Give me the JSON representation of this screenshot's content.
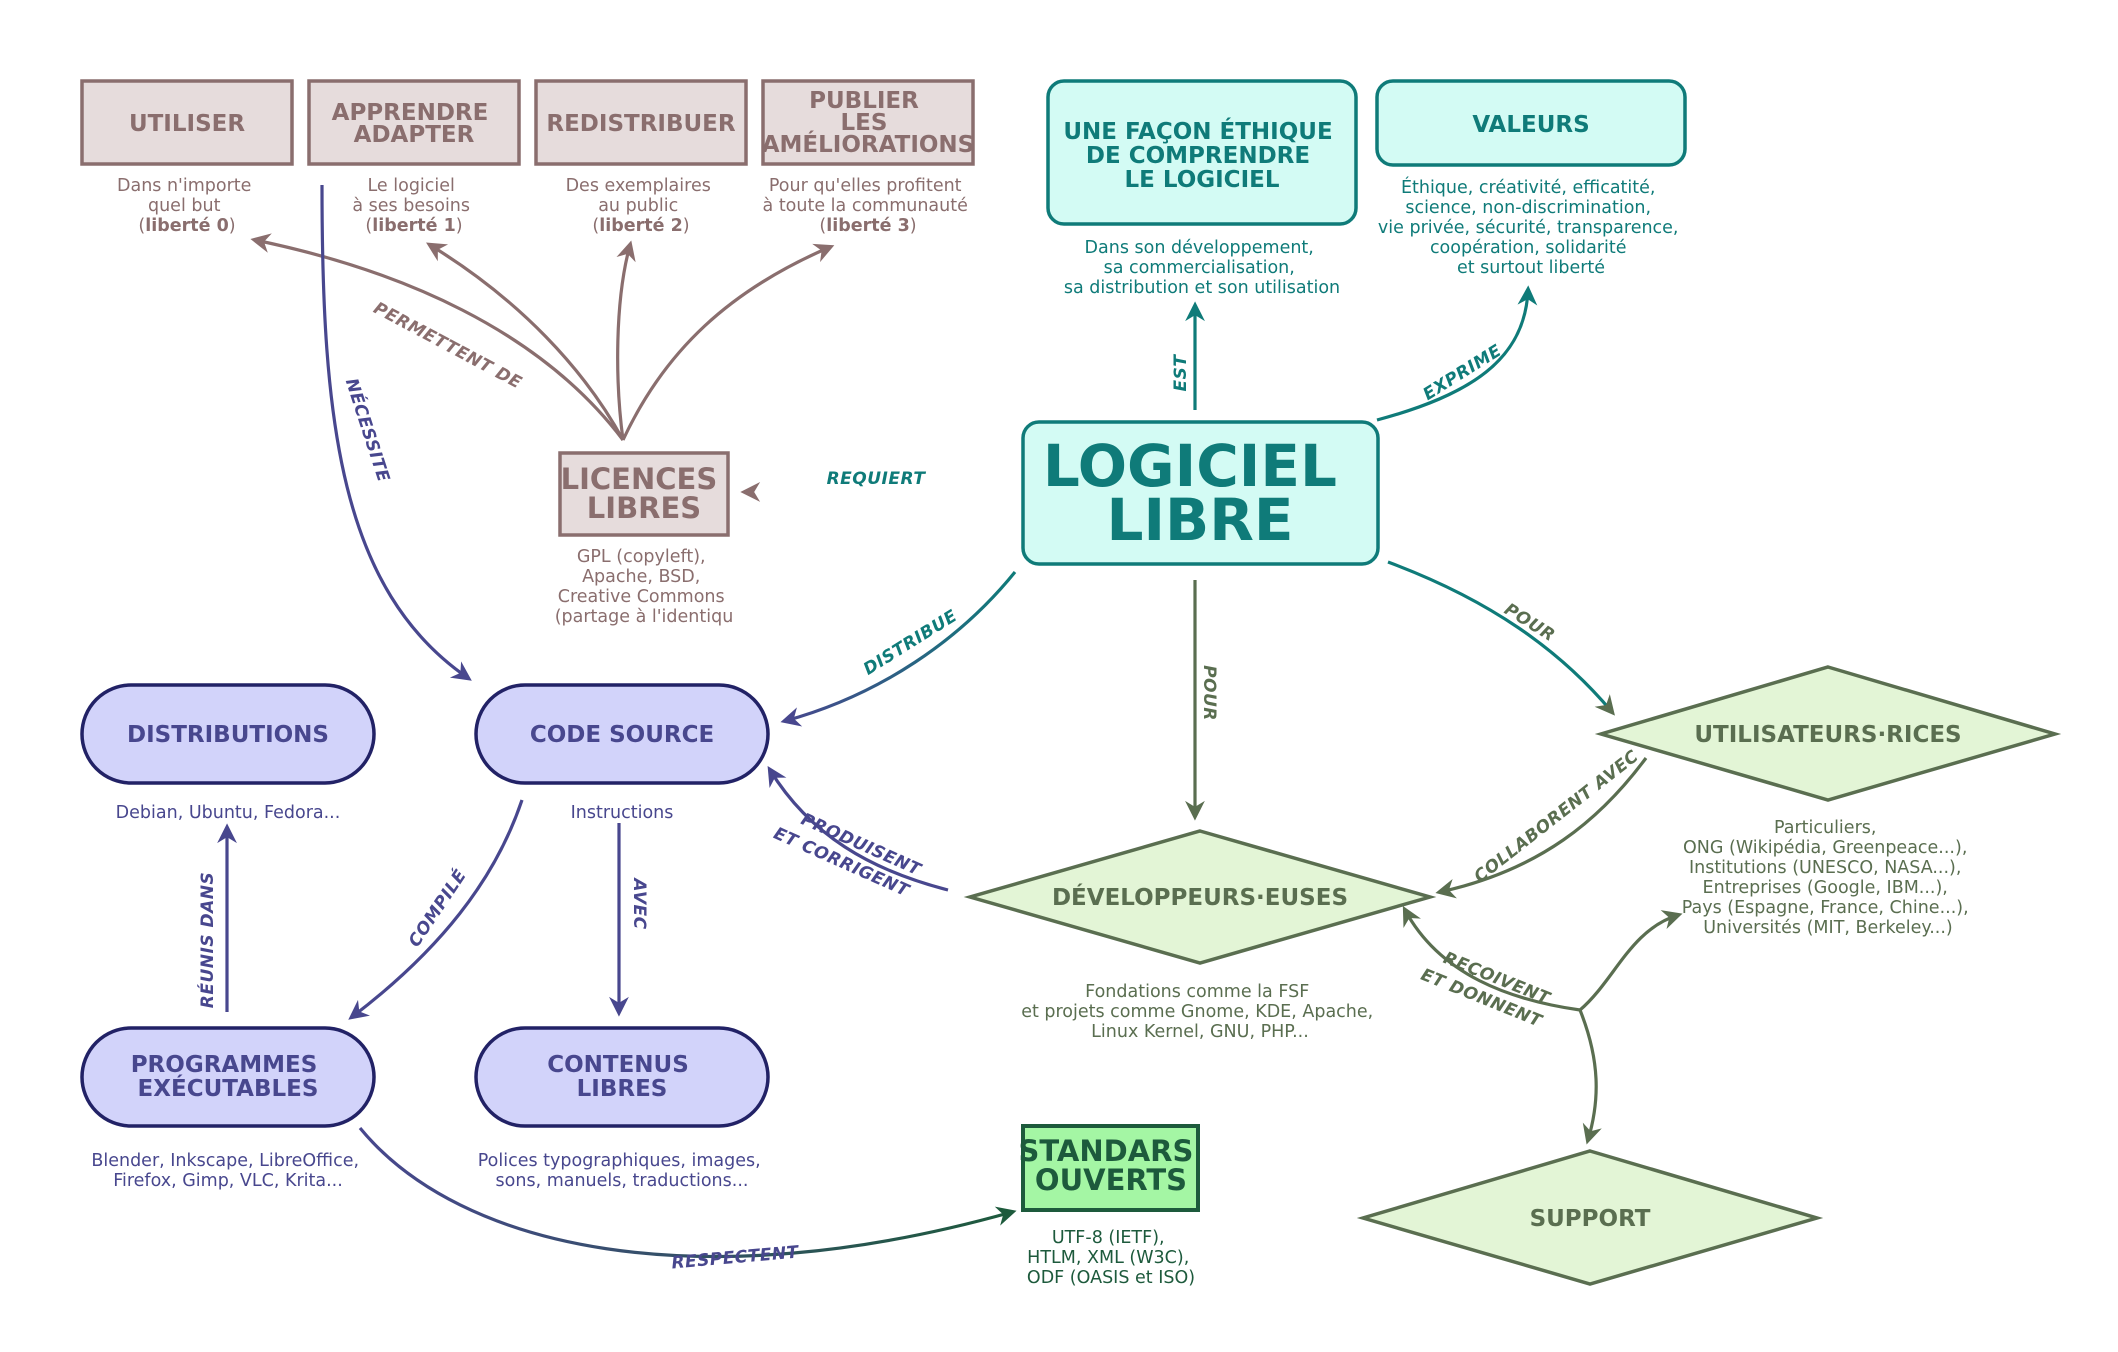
{
  "colors": {
    "licence": "#8a6e6e",
    "licence_fill": "#e6dcdc",
    "teal": "#0f7b79",
    "teal_fill": "#d3fbf4",
    "purple": "#48478e",
    "purple_fill": "#d2d3fa",
    "purple_stroke": "#222266",
    "green": "#5a6e50",
    "green_fill": "#e3f5d6",
    "dark_green": "#1d5a3c",
    "bright_green_fill": "#a4f6a4"
  },
  "nodes": {
    "utiliser": {
      "title": [
        "UTILISER"
      ],
      "caption": [
        "Dans n'importe",
        "quel but"
      ],
      "freedom": "liberté 0"
    },
    "apprendre": {
      "title": [
        "APPRENDRE",
        "ADAPTER"
      ],
      "caption": [
        "Le logiciel",
        "à ses besoins"
      ],
      "freedom": "liberté 1"
    },
    "redistribuer": {
      "title": [
        "REDISTRIBUER"
      ],
      "caption": [
        "Des exemplaires",
        "au public"
      ],
      "freedom": "liberté 2"
    },
    "publier": {
      "title": [
        "PUBLIER",
        "LES",
        "AMÉLIORATIONS"
      ],
      "caption": [
        "Pour qu'elles profitent",
        "à toute la communauté"
      ],
      "freedom": "liberté 3"
    },
    "ethique": {
      "title": [
        "UNE FAÇON ÉTHIQUE",
        "DE COMPRENDRE",
        "LE LOGICIEL"
      ],
      "caption": [
        "Dans son développement,",
        "sa commercialisation,",
        "sa distribution et son utilisation"
      ]
    },
    "valeurs": {
      "title": [
        "VALEURS"
      ],
      "caption": [
        "Éthique, créativité, efficatité,",
        "science, non-discrimination,",
        "vie privée, sécurité, transparence,",
        "coopération, solidarité",
        "et surtout liberté"
      ]
    },
    "licences": {
      "title": [
        "LICENCES",
        "LIBRES"
      ],
      "caption": [
        "GPL (copyleft),",
        "Apache, BSD,",
        "Creative Commons",
        "(partage à l'identiqu"
      ]
    },
    "logiciel": {
      "title": [
        "LOGICIEL",
        "LIBRE"
      ]
    },
    "distributions": {
      "title": [
        "DISTRIBUTIONS"
      ],
      "caption": [
        "Debian, Ubuntu, Fedora..."
      ]
    },
    "code": {
      "title": [
        "CODE SOURCE"
      ],
      "caption": [
        "Instructions"
      ]
    },
    "utilisateurs": {
      "title": [
        "UTILISATEURS·RICES"
      ],
      "caption": [
        "Particuliers,",
        "ONG (Wikipédia, Greenpeace...),",
        "Institutions (UNESCO, NASA...),",
        "Entreprises (Google, IBM...),",
        "Pays (Espagne, France, Chine...),",
        "Universités (MIT, Berkeley...)"
      ]
    },
    "developpeurs": {
      "title": [
        "DÉVELOPPEURS·EUSES"
      ],
      "caption": [
        "Fondations comme la FSF",
        "et projets comme Gnome, KDE, Apache,",
        "Linux Kernel, GNU, PHP..."
      ]
    },
    "programmes": {
      "title": [
        "PROGRAMMES",
        "EXÉCUTABLES"
      ],
      "caption": [
        "Blender, Inkscape, LibreOffice,",
        "Firefox, Gimp, VLC, Krita..."
      ]
    },
    "contenus": {
      "title": [
        "CONTENUS",
        "LIBRES"
      ],
      "caption": [
        "Polices typographiques, images,",
        "sons, manuels, traductions..."
      ]
    },
    "standards": {
      "title": [
        "STANDARS",
        "OUVERTS"
      ],
      "caption": [
        "UTF-8 (IETF),",
        "HTLM, XML (W3C),",
        "ODF (OASIS et ISO)"
      ]
    },
    "support": {
      "title": [
        "SUPPORT"
      ]
    }
  },
  "edges": {
    "permettent": [
      "PERMETTENT DE"
    ],
    "necessite": [
      "NÉCESSITE"
    ],
    "requiert": [
      "REQUIERT"
    ],
    "est": [
      "EST"
    ],
    "exprime": [
      "EXPRIME"
    ],
    "distribue": [
      "DISTRIBUE"
    ],
    "pour_dev": [
      "POUR"
    ],
    "pour_users": [
      "POUR"
    ],
    "produisent": [
      "PRODUISENT",
      "ET CORRIGENT"
    ],
    "collaborent": [
      "COLLABORENT AVEC"
    ],
    "recoivent": [
      "REÇOIVENT",
      "ET DONNENT"
    ],
    "reunis": [
      "RÉUNIS DANS"
    ],
    "compile": [
      "COMPILÉ"
    ],
    "avec": [
      "AVEC"
    ],
    "respectent": [
      "RESPECTENT"
    ]
  }
}
